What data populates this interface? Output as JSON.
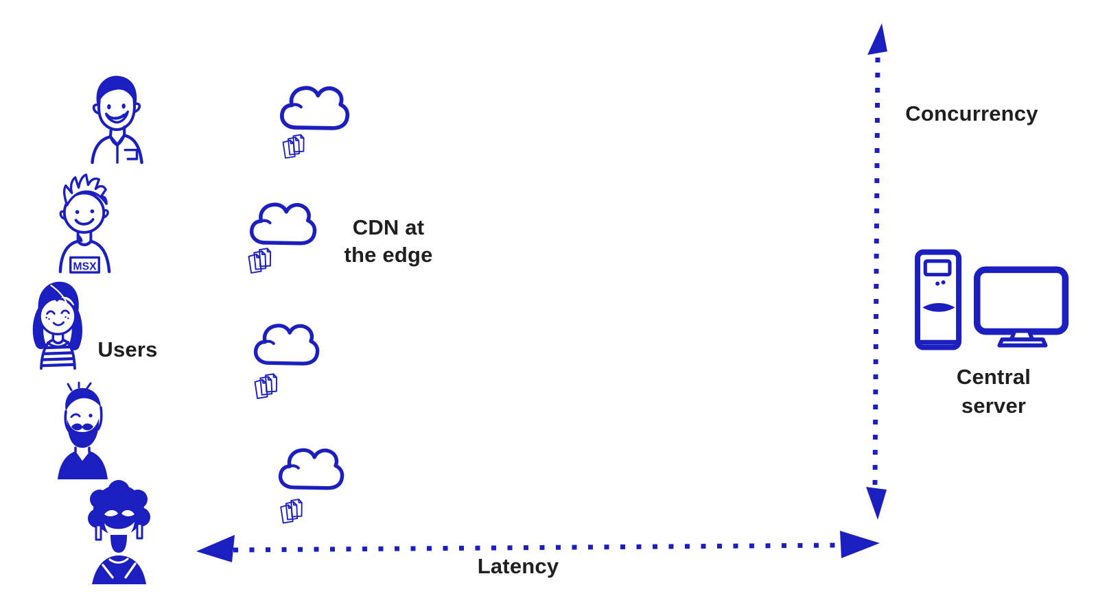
{
  "colors": {
    "ink_blue": "#1c1fc0",
    "text_dark": "#1f1f1f",
    "background": "#ffffff"
  },
  "labels": {
    "users": "Users",
    "cdn_line1": "CDN at",
    "cdn_line2": "the edge",
    "central_server_line1": "Central",
    "central_server_line2": "server",
    "avatar_shirt_text": "MSX"
  },
  "axes": {
    "vertical_label": "Concurrency",
    "horizontal_label": "Latency",
    "style": "dotted double-headed arrows"
  },
  "icons": {
    "avatars": [
      {
        "name": "user-man-short-hair-icon"
      },
      {
        "name": "user-boy-spiky-hair-icon"
      },
      {
        "name": "user-woman-bob-hair-icon"
      },
      {
        "name": "user-man-beard-icon"
      },
      {
        "name": "user-woman-afro-icon"
      }
    ],
    "edge_nodes": [
      {
        "name": "cloud-with-documents-icon"
      },
      {
        "name": "cloud-with-documents-icon"
      },
      {
        "name": "cloud-with-documents-icon"
      },
      {
        "name": "cloud-with-documents-icon"
      }
    ],
    "central_server": [
      {
        "name": "computer-tower-icon"
      },
      {
        "name": "monitor-icon"
      }
    ]
  }
}
